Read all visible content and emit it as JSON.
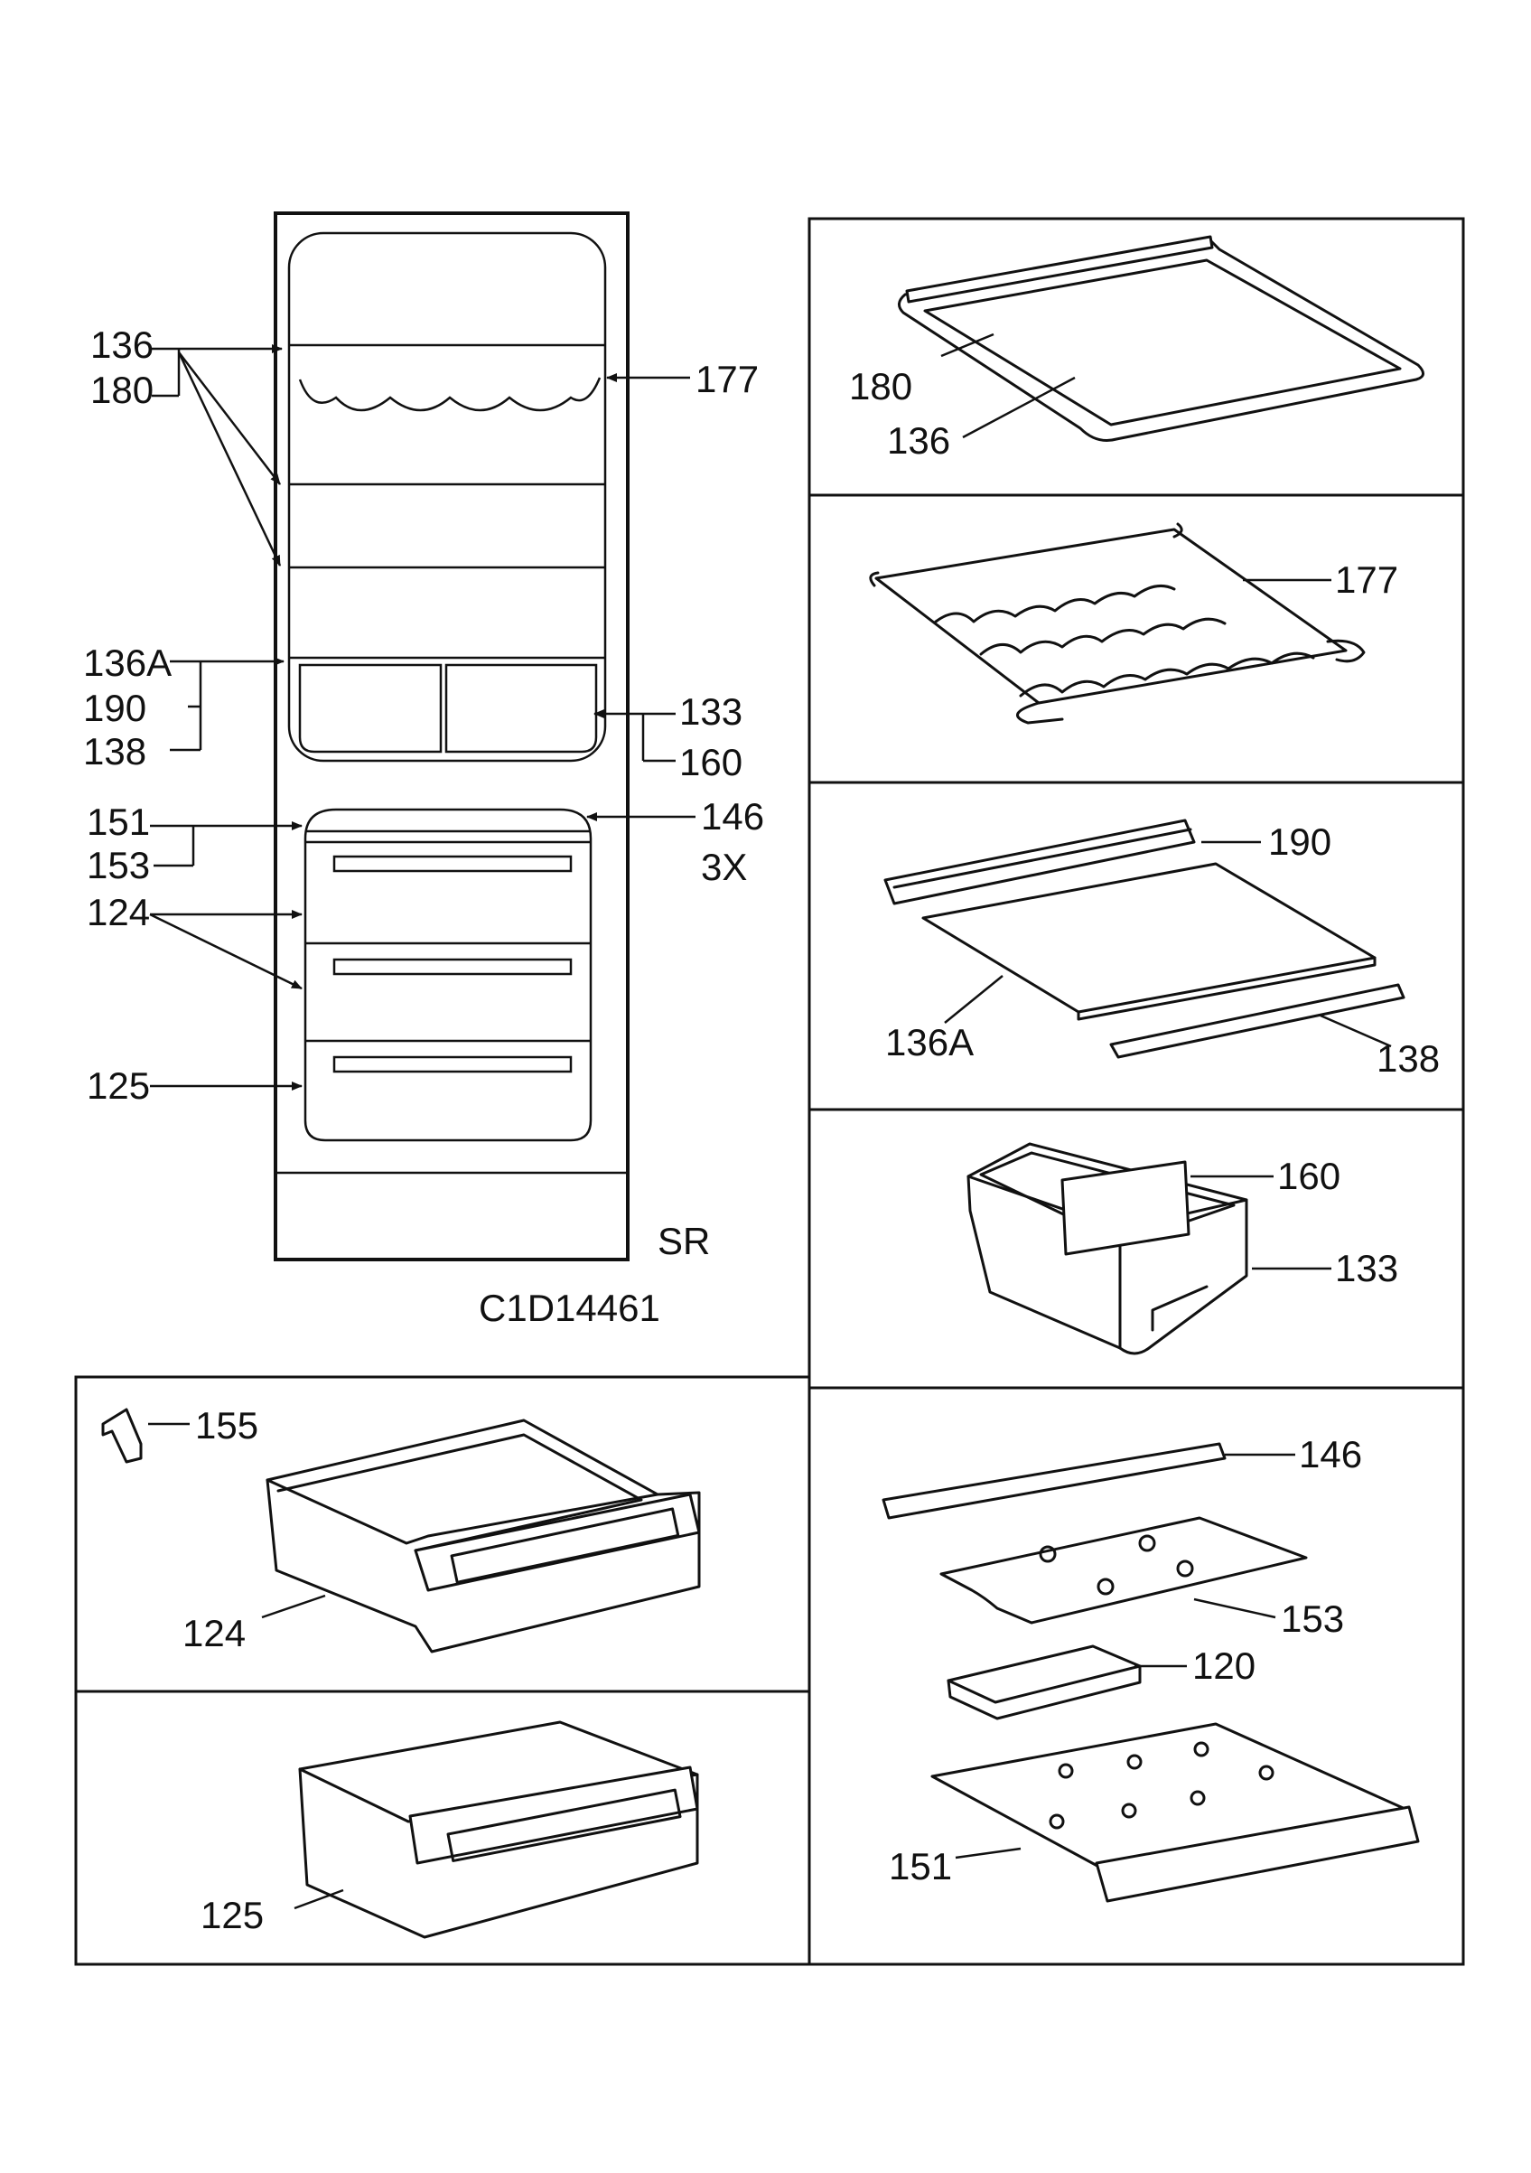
{
  "drawing_code": "C1D14461",
  "model_code": "SR",
  "overview_labels": {
    "l136": "136",
    "l180": "180",
    "l177": "177",
    "l136A": "136A",
    "l190": "190",
    "l138": "138",
    "l133": "133",
    "l160": "160",
    "l151": "151",
    "l153": "153",
    "l146": "146",
    "qty_3x": "3X",
    "l124": "124",
    "l125": "125"
  },
  "panels": {
    "glass_shelf": {
      "a": "180",
      "b": "136"
    },
    "wine_rack": {
      "a": "177"
    },
    "crisper_shelf": {
      "a": "190",
      "b": "136A",
      "c": "138"
    },
    "bin": {
      "a": "160",
      "b": "133"
    },
    "drawer_124": {
      "a": "155",
      "b": "124"
    },
    "drawer_125": {
      "a": "125"
    },
    "freezer": {
      "a": "146",
      "b": "153",
      "c": "120",
      "d": "151"
    }
  }
}
